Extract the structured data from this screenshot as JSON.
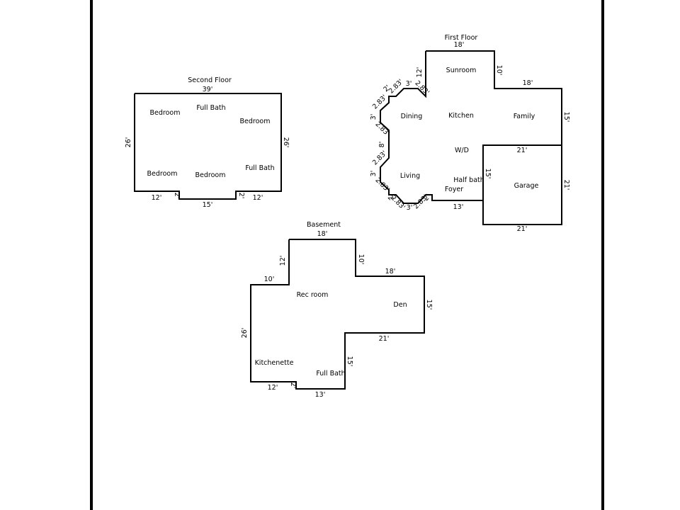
{
  "second_floor": {
    "title": "Second Floor",
    "dims": {
      "top": "39'",
      "left": "26'",
      "right": "26'",
      "bottom_left": "12'",
      "notch_left": "2'",
      "bottom_mid": "15'",
      "notch_right": "2'",
      "bottom_right": "12'"
    },
    "rooms": {
      "bedroom_1": "Bedroom",
      "full_bath_1": "Full Bath",
      "bedroom_2": "Bedroom",
      "bedroom_3": "Bedroom",
      "bedroom_4": "Bedroom",
      "full_bath_2": "Full Bath"
    }
  },
  "first_floor": {
    "title": "First Floor",
    "dims": {
      "sunroom_top": "18'",
      "sunroom_left": "12'",
      "sunroom_right": "10'",
      "family_top": "18'",
      "family_right": "15'",
      "garage_top": "21'",
      "garage_left": "15'",
      "garage_right": "21'",
      "garage_bottom": "21'",
      "foyer_bottom": "13'",
      "bay_top_d1": "2.83'",
      "bay_top_short": "2'",
      "bay_top_3": "3'",
      "bay_top_d2": "2.83'",
      "bay_side_d1": "2.83'",
      "bay_side_3": "3'",
      "bay_side_d2": "2.83'",
      "bay_side_8": "8'",
      "bay_side_d3": "2.83'",
      "bay_side_3b": "3'",
      "bay_side_d4": "2.83'",
      "bay_bot_short": "2'",
      "bay_bot_d1": "2.83'",
      "bay_bot_3": "3'",
      "bay_bot_d2": "2.83'",
      "bay_bot_short2": "2'"
    },
    "rooms": {
      "sunroom": "Sunroom",
      "dining": "Dining",
      "kitchen": "Kitchen",
      "family": "Family",
      "wd": "W/D",
      "living": "Living",
      "half_bath": "Half bath",
      "foyer": "Foyer",
      "garage": "Garage"
    }
  },
  "basement": {
    "title": "Basement",
    "dims": {
      "top": "18'",
      "left_upper": "12'",
      "right_upper": "10'",
      "den_top": "18'",
      "den_right": "15'",
      "den_bottom": "21'",
      "bath_right": "15'",
      "bottom": "13'",
      "notch": "2'",
      "bottom_left": "12'",
      "left": "26'",
      "left_top": "10'"
    },
    "rooms": {
      "rec_room": "Rec room",
      "den": "Den",
      "kitchenette": "Kitchenette",
      "full_bath": "Full Bath"
    }
  }
}
